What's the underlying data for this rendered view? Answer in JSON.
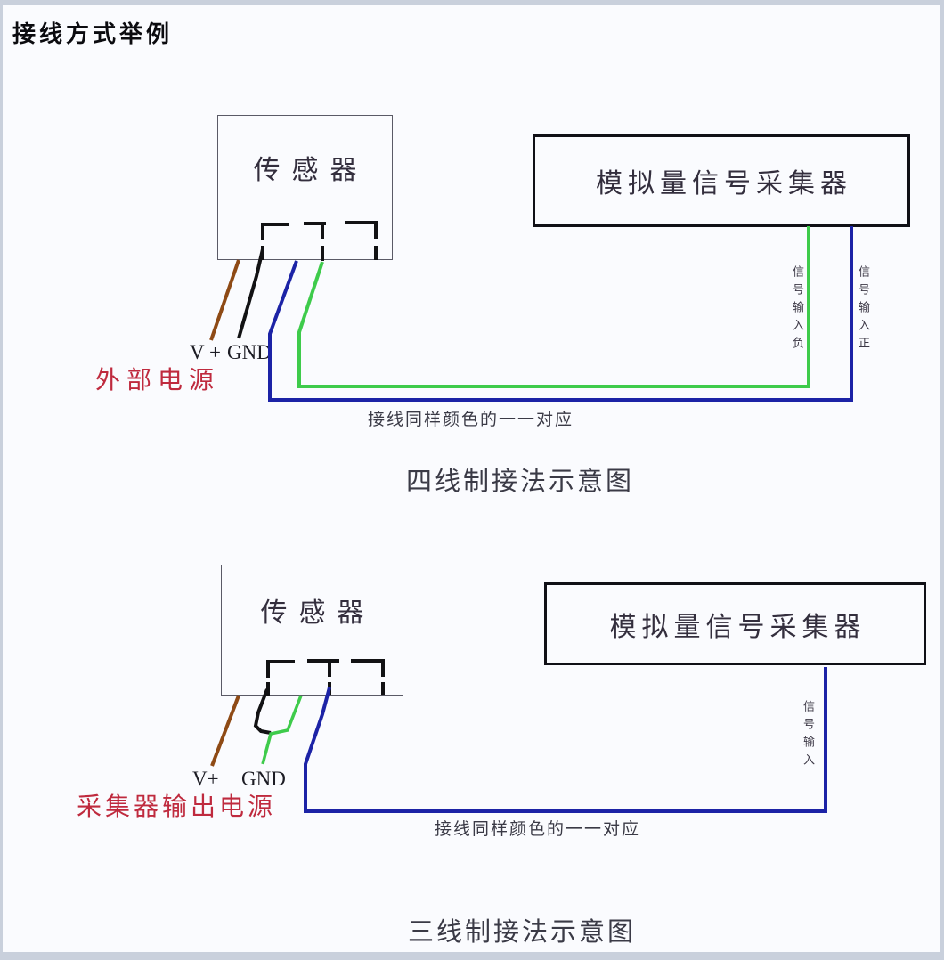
{
  "page": {
    "title": "接线方式举例"
  },
  "colors": {
    "wire_brown": "#8e4a15",
    "wire_black": "#121214",
    "wire_blue": "#1c23a6",
    "wire_green": "#3ecb4b",
    "terminal_black": "#121214",
    "label_red": "#bf2a3e",
    "text_dark": "#3a3a46"
  },
  "diagram_four_wire": {
    "sensor_label": "传感器",
    "collector_label": "模拟量信号采集器",
    "vplus_label": "V +",
    "gnd_label": "GND",
    "power_source_label": "外部电源",
    "signal_neg_label": "信号输入负",
    "signal_pos_label": "信号输入正",
    "caption": "接线同样颜色的一一对应",
    "title": "四线制接法示意图"
  },
  "diagram_three_wire": {
    "sensor_label": "传感器",
    "collector_label": "模拟量信号采集器",
    "vplus_label": "V+",
    "gnd_label": "GND",
    "power_source_label": "采集器输出电源",
    "signal_label": "信号输入",
    "caption": "接线同样颜色的一一对应",
    "title": "三线制接法示意图"
  }
}
